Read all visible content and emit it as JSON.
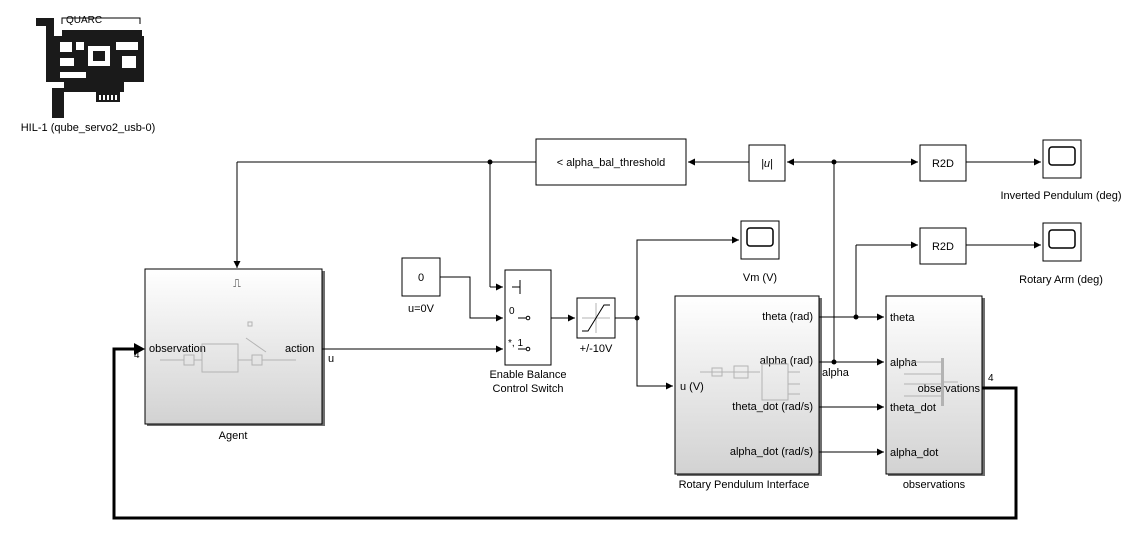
{
  "hil_block": {
    "caption": "HIL-1 (qube_servo2_usb-0)",
    "brand": "QUARC"
  },
  "blocks": {
    "threshold": {
      "label": "< alpha_bal_threshold"
    },
    "abs": {
      "label": "|u|"
    },
    "r2d_top": {
      "label": "R2D"
    },
    "r2d_mid": {
      "label": "R2D"
    },
    "scope_pend": {
      "caption": "Inverted Pendulum (deg)"
    },
    "scope_arm": {
      "caption": "Rotary Arm (deg)"
    },
    "scope_vm": {
      "caption": "Vm (V)"
    },
    "constant": {
      "value": "0",
      "caption": "u=0V"
    },
    "switch": {
      "port0": "0",
      "port1": "*, 1",
      "caption_line1": "Enable Balance",
      "caption_line2": "Control Switch"
    },
    "saturation": {
      "caption": "+/-10V"
    },
    "agent": {
      "caption": "Agent",
      "in_port": "observation",
      "out_port": "action",
      "in_num": "4",
      "enable_symbol": "⎍"
    },
    "pendulum": {
      "caption": "Rotary Pendulum Interface",
      "in_port": "u (V)",
      "out_ports": [
        "theta (rad)",
        "alpha (rad)",
        "theta_dot (rad/s)",
        "alpha_dot (rad/s)"
      ]
    },
    "observations": {
      "caption": "observations",
      "in_ports": [
        "theta",
        "alpha",
        "theta_dot",
        "alpha_dot"
      ],
      "out_port": "observations",
      "out_num": "4"
    }
  },
  "signals": {
    "u": "u",
    "alpha": "alpha"
  },
  "colors": {
    "subsystem_top": "#ffffff",
    "subsystem_bottom": "#d4d4d4",
    "hil_card": "#1a1a1a"
  }
}
